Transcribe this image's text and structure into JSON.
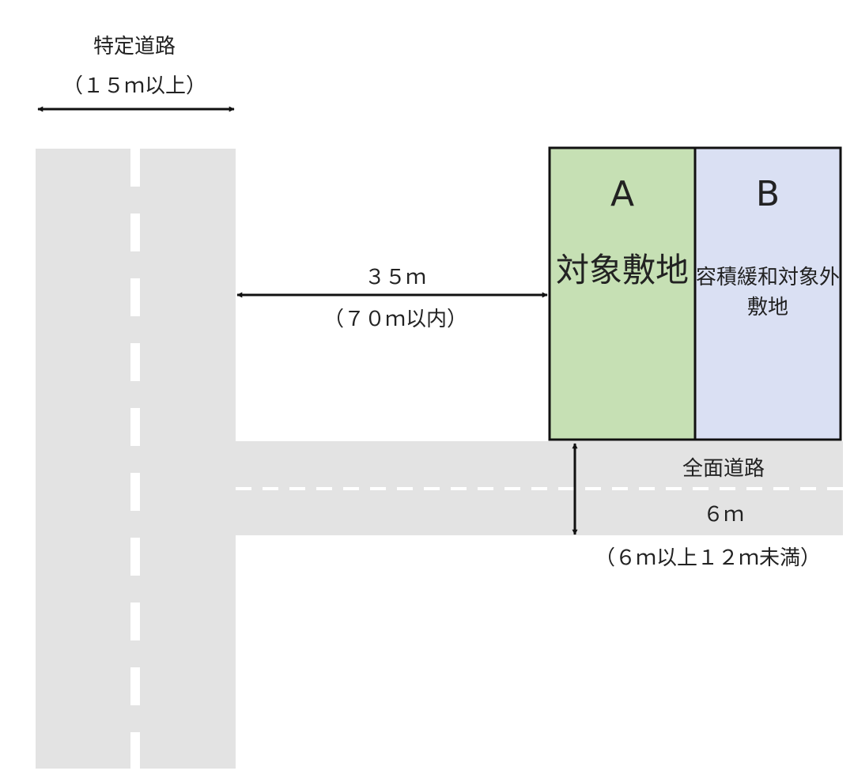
{
  "specified_road": {
    "name": "特定道路",
    "width": "（１５ｍ以上）"
  },
  "distance": {
    "value": "３５ｍ",
    "condition": "（７０ｍ以内）"
  },
  "front_road": {
    "name": "全面道路",
    "width": "６ｍ",
    "range": "（６ｍ以上１２ｍ未満）"
  },
  "site_a": {
    "letter": "A",
    "name": "対象敷地"
  },
  "site_b": {
    "letter": "B",
    "name": "容積緩和対象外敷地"
  },
  "colors": {
    "road": "#e3e3e3",
    "lane_marking": "#ffffff",
    "site_a_fill": "#c6e0b4",
    "site_b_fill": "#dae0f3",
    "outline": "#111111",
    "arrow": "#111111"
  }
}
